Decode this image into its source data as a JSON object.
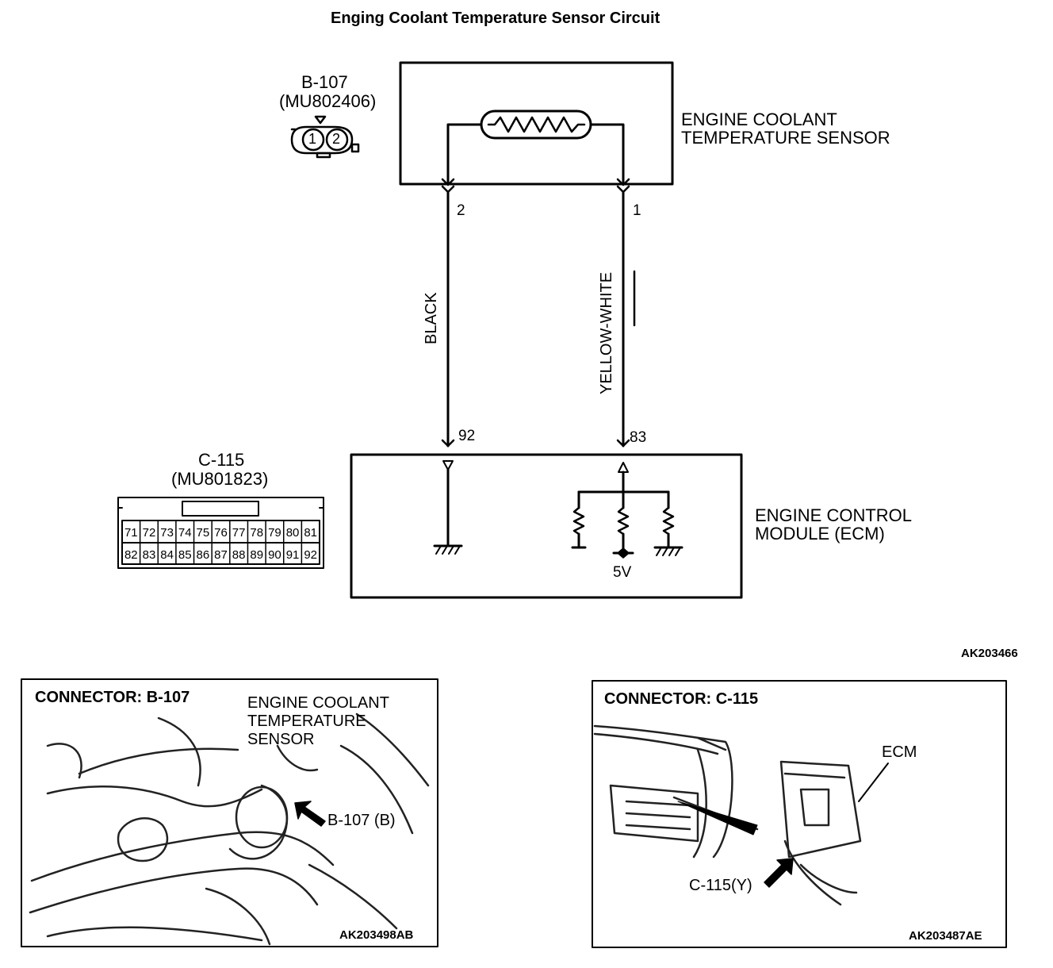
{
  "title": "Enging Coolant Temperature Sensor Circuit",
  "sensor": {
    "connector_id": "B-107",
    "part_number": "(MU802406)",
    "label_line1": "ENGINE COOLANT",
    "label_line2": "TEMPERATURE SENSOR",
    "pins": [
      "1",
      "2"
    ]
  },
  "wires": {
    "black": {
      "color_name": "BLACK",
      "sensor_pin": "2",
      "ecm_pin": "92"
    },
    "yellow_white": {
      "color_name": "YELLOW-WHITE",
      "sensor_pin": "1",
      "ecm_pin": "83"
    }
  },
  "ecm": {
    "connector_id": "C-115",
    "part_number": "(MU801823)",
    "label_line1": "ENGINE CONTROL",
    "label_line2": "MODULE (ECM)",
    "supply": "5V",
    "pin_row_top": [
      "71",
      "72",
      "73",
      "74",
      "75",
      "76",
      "77",
      "78",
      "79",
      "80",
      "81"
    ],
    "pin_row_bottom": [
      "82",
      "83",
      "84",
      "85",
      "86",
      "87",
      "88",
      "89",
      "90",
      "91",
      "92"
    ]
  },
  "diagram_code": "AK203466",
  "photo_left": {
    "heading": "CONNECTOR: B-107",
    "callout_line1": "ENGINE COOLANT",
    "callout_line2": "TEMPERATURE",
    "callout_line3": "SENSOR",
    "pointer_label": "B-107 (B)",
    "code": "AK203498AB"
  },
  "photo_right": {
    "heading": "CONNECTOR: C-115",
    "ecm_label": "ECM",
    "pointer_label": "C-115(Y)",
    "code": "AK203487AE"
  }
}
